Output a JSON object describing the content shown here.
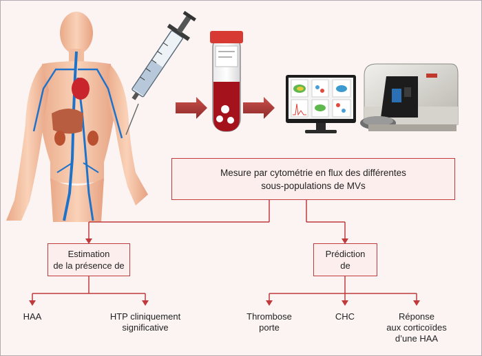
{
  "main_box": {
    "line1": "Mesure par cytométrie en flux des différentes",
    "line2": "sous-populations de MVs"
  },
  "left_box": {
    "line1": "Estimation",
    "line2": "de la présence de"
  },
  "right_box": {
    "line1": "Prédiction",
    "line2": "de"
  },
  "left_leaves": [
    {
      "lines": [
        "HAA"
      ]
    },
    {
      "lines": [
        "HTP cliniquement",
        "significative"
      ]
    }
  ],
  "right_leaves": [
    {
      "lines": [
        "Thrombose",
        "porte"
      ]
    },
    {
      "lines": [
        "CHC"
      ]
    },
    {
      "lines": [
        "Réponse",
        "aux corticoïdes",
        "d’une HAA"
      ]
    }
  ],
  "colors": {
    "connector": "#c0393b",
    "box_fill": "#fdeeee",
    "arrow": "#b23a3a",
    "blood": "#a4121c",
    "skin": "#f5c6a7",
    "vein": "#1f72c9"
  },
  "icons": [
    "human-anatomy-figure",
    "syringe-icon",
    "blood-tube-icon",
    "flow-arrow-icon",
    "computer-monitor-icon",
    "flow-cytometer-icon"
  ]
}
